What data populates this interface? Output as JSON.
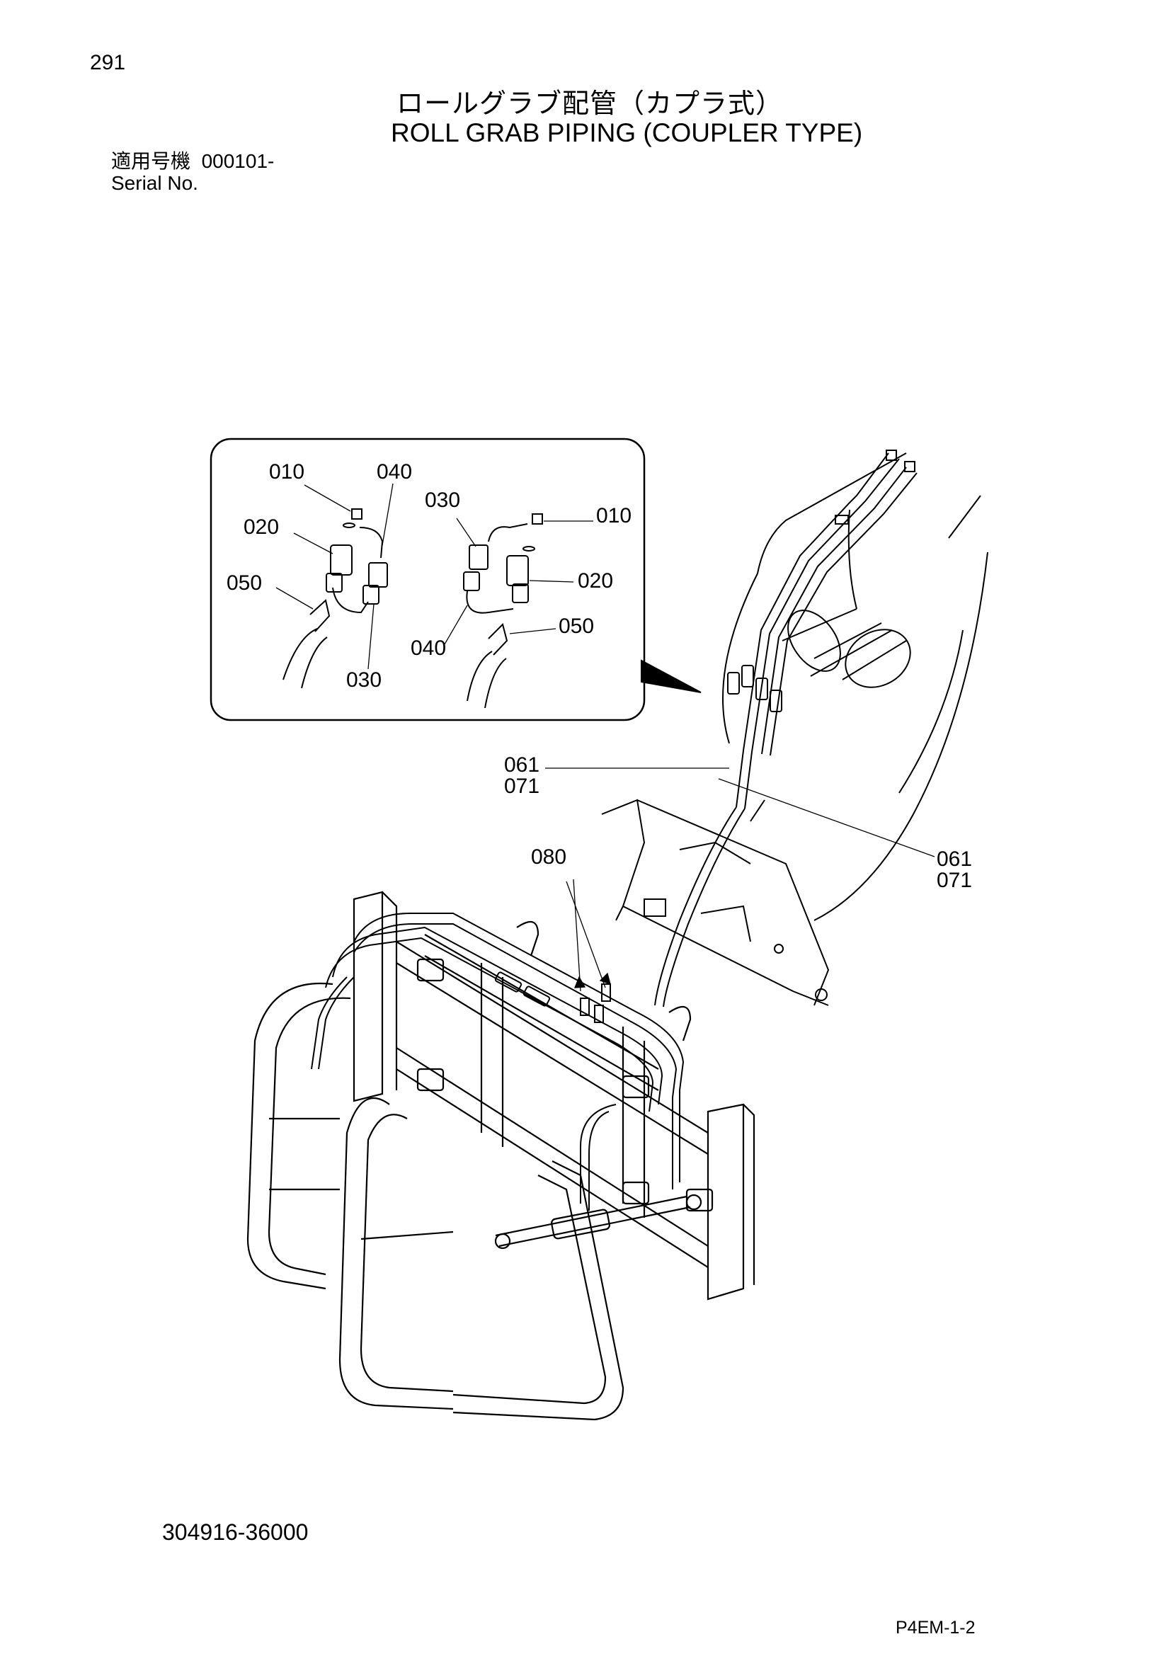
{
  "page_number": "291",
  "title_jp": "ロールグラブ配管（カプラ式）",
  "title_en": "ROLL GRAB PIPING (COUPLER TYPE)",
  "serial": {
    "label_jp": "適用号機",
    "range": "000101-",
    "label_en": "Serial No."
  },
  "callouts": {
    "inset_010_a": "010",
    "inset_040_a": "040",
    "inset_020_a": "020",
    "inset_050_a": "050",
    "inset_030_a": "030",
    "inset_030_b": "030",
    "inset_010_b": "010",
    "inset_020_b": "020",
    "inset_050_b": "050",
    "inset_040_b": "040",
    "hose_061_a": "061",
    "hose_071_a": "071",
    "hose_061_b": "061",
    "hose_071_b": "071",
    "fitting_080": "080"
  },
  "part_number": "304916-36000",
  "reference_code": "P4EM-1-2"
}
